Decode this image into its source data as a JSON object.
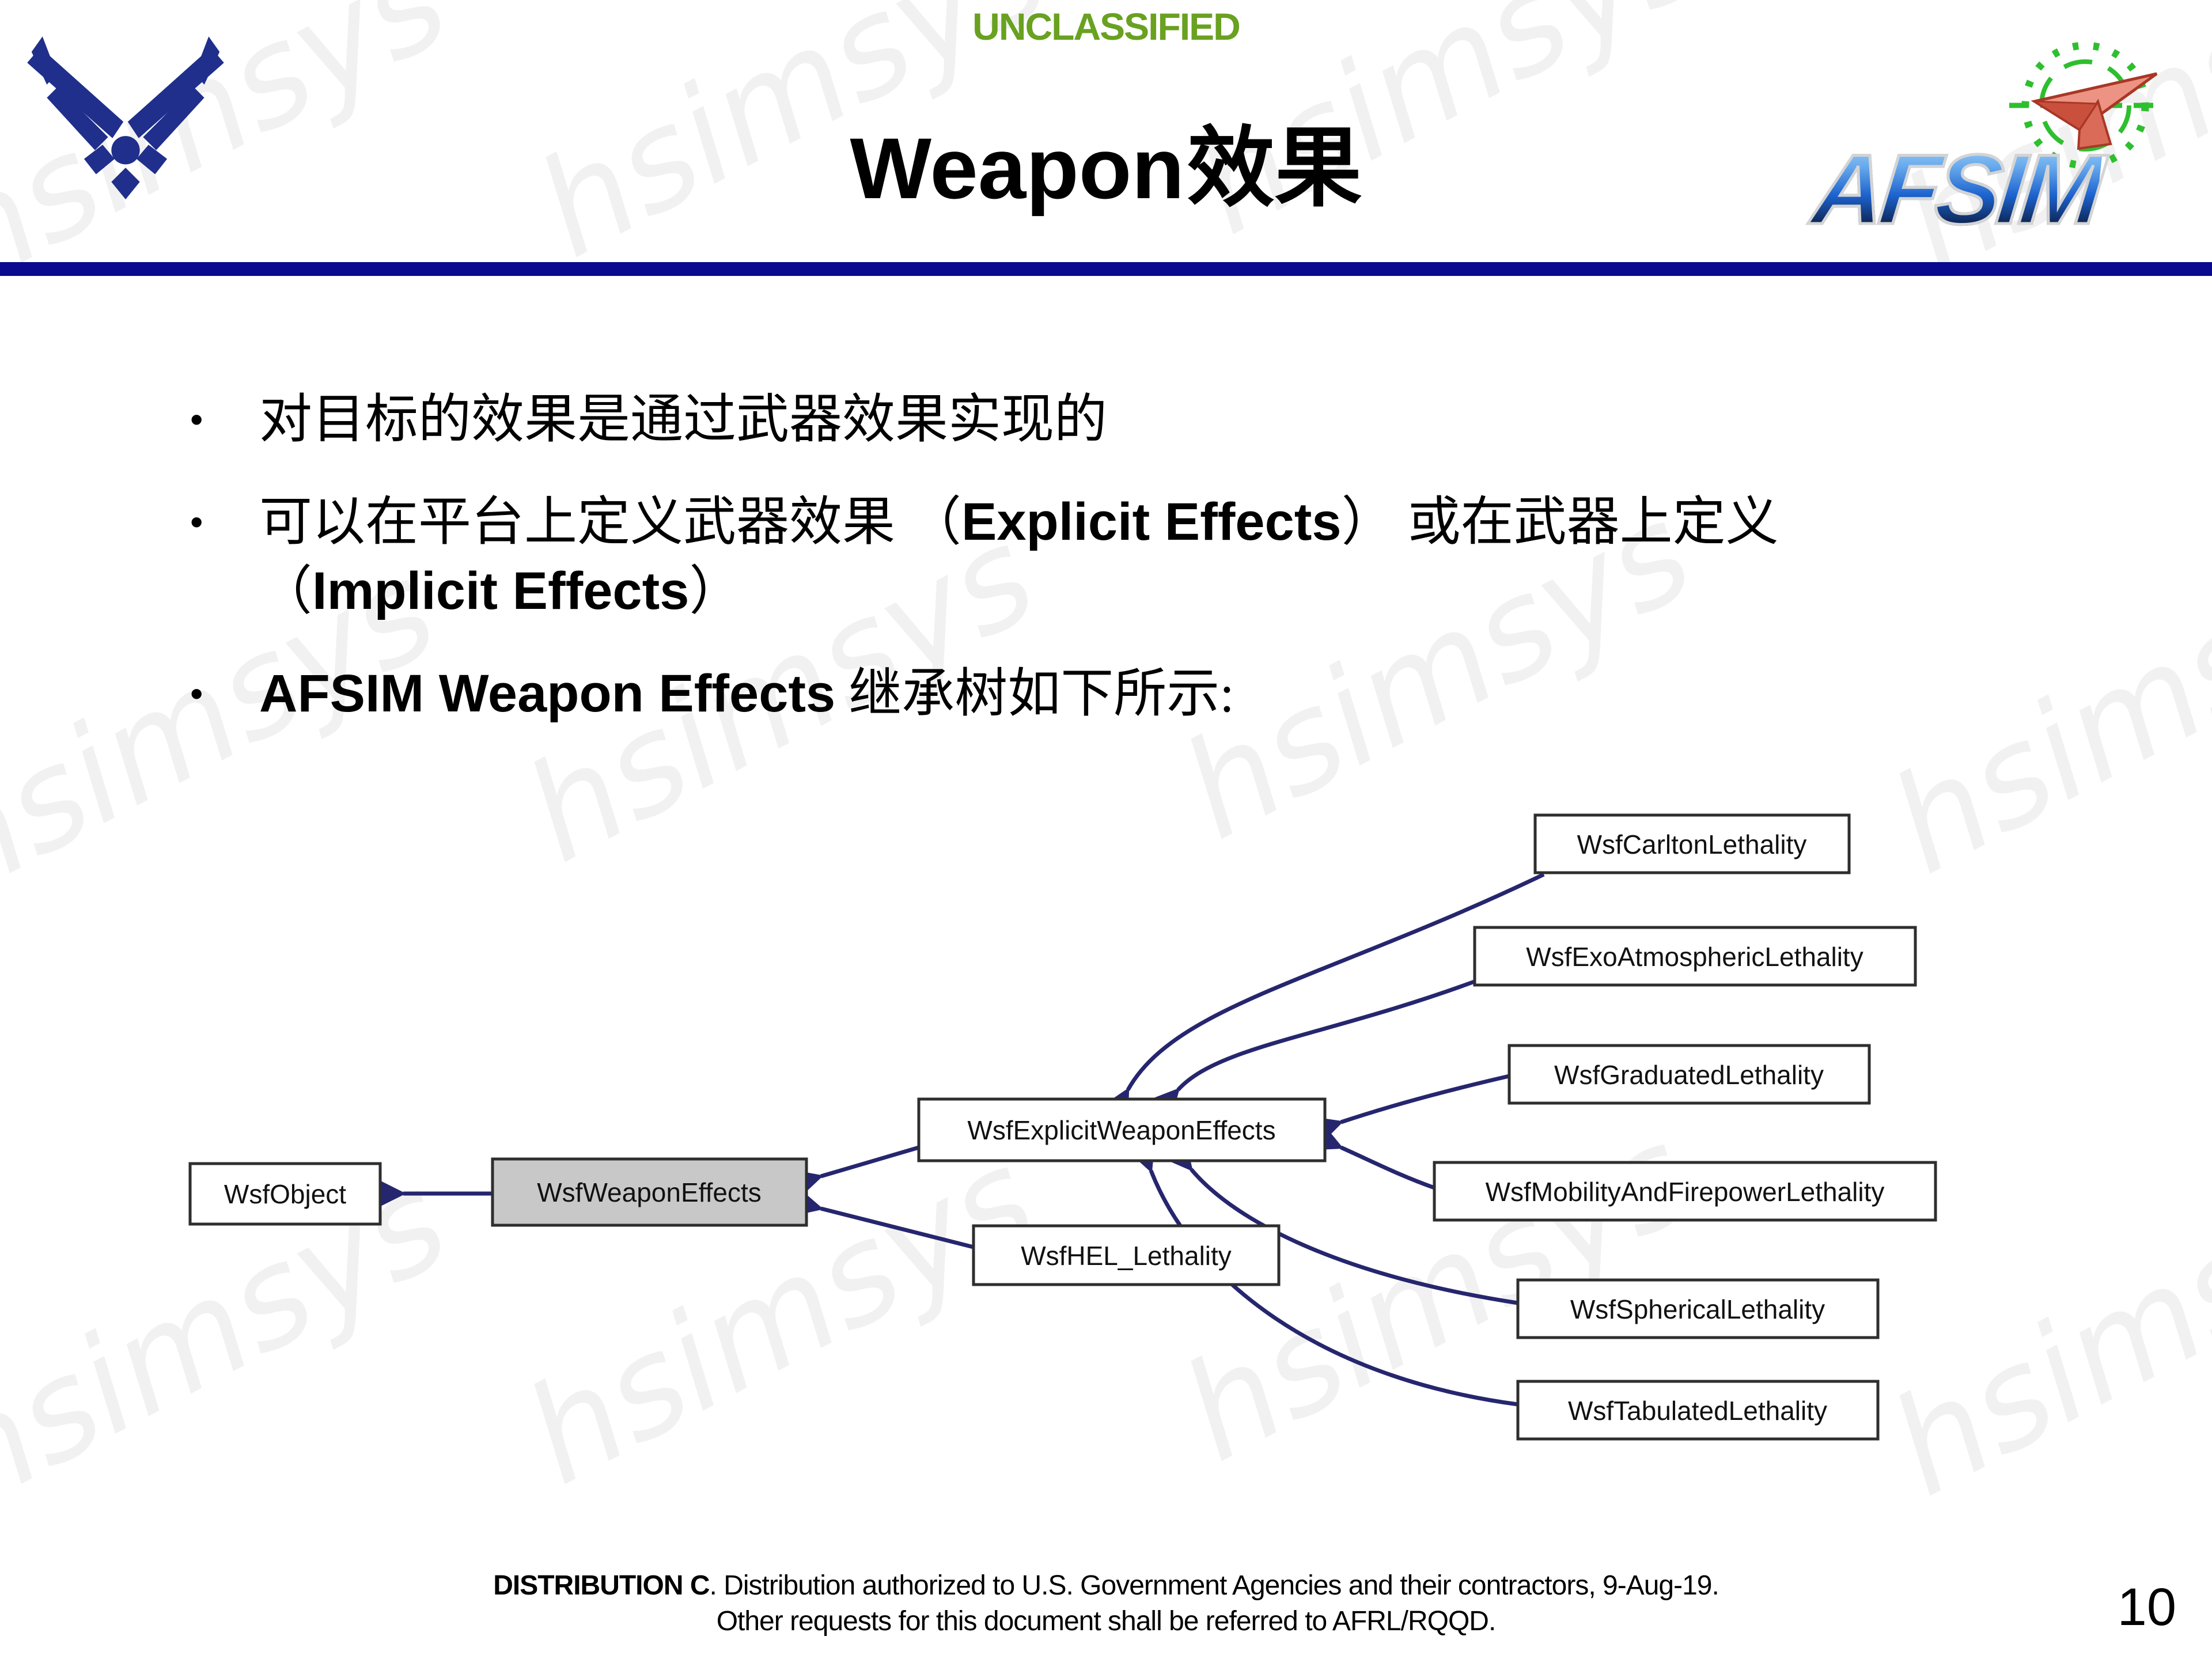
{
  "slide": {
    "classification": "UNCLASSIFIED",
    "title": {
      "en": "Weapon",
      "cn": "效果"
    },
    "page_number": "10"
  },
  "logos": {
    "usaf": "usaf-wings-symbol",
    "afsim_text": "AFSIM"
  },
  "bullets": [
    {
      "lines": [
        [
          {
            "t": "对目标的效果是通过武器效果实现的",
            "b": false
          }
        ]
      ]
    },
    {
      "lines": [
        [
          {
            "t": "可以在平台上定义武器效果 （",
            "b": false
          },
          {
            "t": "Explicit Effects",
            "b": true
          },
          {
            "t": "） 或在武器上定义",
            "b": false
          }
        ],
        [
          {
            "t": "（",
            "b": false
          },
          {
            "t": "Implicit Effects",
            "b": true
          },
          {
            "t": "）",
            "b": false
          }
        ]
      ]
    },
    {
      "lines": [
        [
          {
            "t": "AFSIM Weapon Effects",
            "b": true
          },
          {
            "t": " 继承树如下所示:",
            "b": false
          }
        ]
      ]
    }
  ],
  "diagram": {
    "nodes": [
      {
        "label": "WsfObject"
      },
      {
        "label": "WsfWeaponEffects"
      },
      {
        "label": "WsfExplicitWeaponEffects"
      },
      {
        "label": "WsfHEL_Lethality"
      },
      {
        "label": "WsfCarltonLethality"
      },
      {
        "label": "WsfExoAtmosphericLethality"
      },
      {
        "label": "WsfGraduatedLethality"
      },
      {
        "label": "WsfMobilityAndFirepowerLethality"
      },
      {
        "label": "WsfSphericalLethality"
      },
      {
        "label": "WsfTabulatedLethality"
      }
    ],
    "edges": [
      {
        "from": "WsfWeaponEffects",
        "to": "WsfObject"
      },
      {
        "from": "WsfExplicitWeaponEffects",
        "to": "WsfWeaponEffects"
      },
      {
        "from": "WsfHEL_Lethality",
        "to": "WsfWeaponEffects"
      },
      {
        "from": "WsfCarltonLethality",
        "to": "WsfExplicitWeaponEffects"
      },
      {
        "from": "WsfExoAtmosphericLethality",
        "to": "WsfExplicitWeaponEffects"
      },
      {
        "from": "WsfGraduatedLethality",
        "to": "WsfExplicitWeaponEffects"
      },
      {
        "from": "WsfMobilityAndFirepowerLethality",
        "to": "WsfExplicitWeaponEffects"
      },
      {
        "from": "WsfSphericalLethality",
        "to": "WsfExplicitWeaponEffects"
      },
      {
        "from": "WsfTabulatedLethality",
        "to": "WsfExplicitWeaponEffects"
      }
    ]
  },
  "footer": {
    "line1": [
      {
        "t": "DISTRIBUTION C",
        "b": true
      },
      {
        "t": ". Distribution authorized to U.S. Government Agencies and their contractors, 9-Aug-19.",
        "b": false
      }
    ],
    "line2": "Other requests for this document shall be referred to AFRL/RQQD."
  },
  "watermark": {
    "text": "hsimsys"
  },
  "colors": {
    "divider_blue": "#0A0A8F",
    "classification_green": "#69A120",
    "arrow_navy": "#26266F",
    "usaf_navy": "#1F2F8B",
    "reticle_green": "#2EBF2E",
    "node_gray_fill": "#C8C8C8"
  }
}
